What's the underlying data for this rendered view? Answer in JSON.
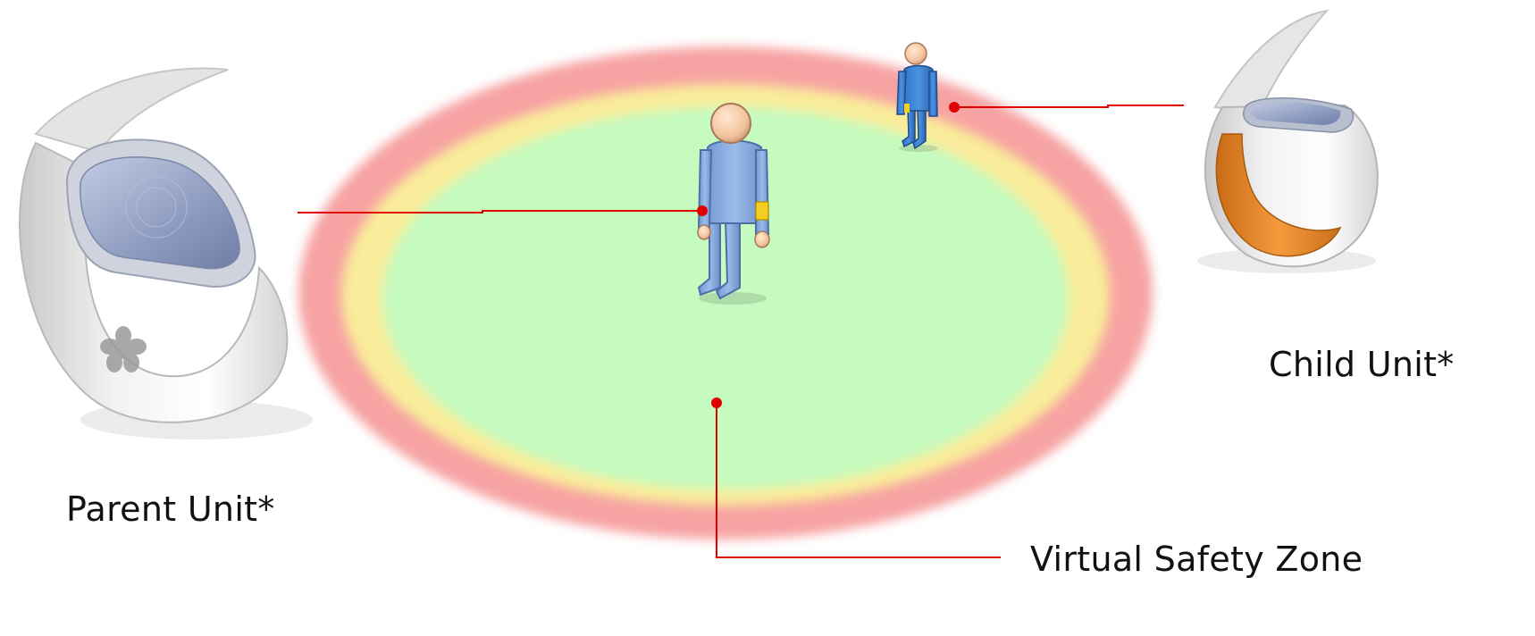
{
  "labels": {
    "parent_unit": "Parent Unit*",
    "child_unit": "Child Unit*",
    "safety_zone": "Virtual Safety Zone"
  },
  "colors": {
    "outer_ring": "#f7a3a3",
    "middle_ring": "#f9ec9a",
    "inner_zone": "#c6fbc0",
    "leader_line": "#e00000",
    "figure_body": "#8cb0e3",
    "figure_head": "#f0c8a5",
    "armband": "#f5cf20",
    "child_band": "#e68a2e",
    "device_shell": "#dedede",
    "device_screen": "#9aa8c8"
  },
  "icons": {
    "parent_device": "wristband-device-icon",
    "child_device": "wristband-device-icon",
    "adult": "adult-person-icon",
    "child": "child-person-icon"
  }
}
